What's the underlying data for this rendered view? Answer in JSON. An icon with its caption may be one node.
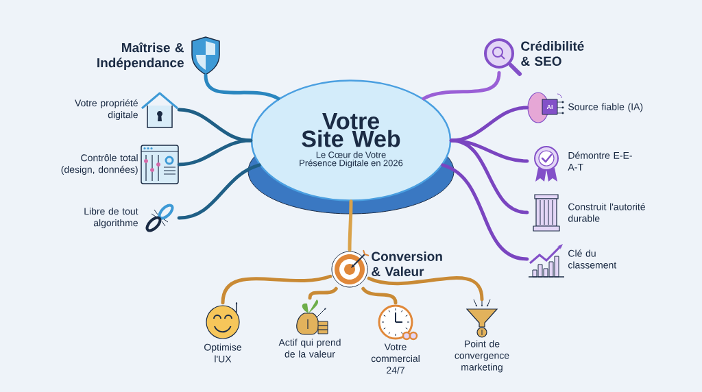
{
  "diagram": {
    "nodes": [
      {
        "text": [
          "Votre Site Web",
          "Le Cœur de Votre Présence Digitale en 2026"
        ]
      },
      {
        "text": [
          "Maîtrise & Indépendance"
        ]
      },
      {
        "text": [
          "Votre propriété digitale"
        ]
      },
      {
        "text": [
          "Contrôle total (design, données)"
        ]
      },
      {
        "text": [
          "Libre de tout algorithme"
        ]
      },
      {
        "text": [
          "Crédibilité & SEO"
        ]
      },
      {
        "text": [
          "Source fiable (IA)"
        ]
      },
      {
        "text": [
          "Démontre E-E-A-T"
        ]
      },
      {
        "text": [
          "Construit l'autorité durable"
        ]
      },
      {
        "text": [
          "Clé du classement"
        ]
      },
      {
        "text": [
          "Conversion & Valeur"
        ]
      },
      {
        "text": [
          "Optimise l'UX"
        ]
      },
      {
        "text": [
          "Actif qui prend de la valeur"
        ]
      },
      {
        "text": [
          "Votre commercial 24/7"
        ]
      },
      {
        "text": [
          "Point de convergence marketing"
        ]
      }
    ],
    "edges": [
      {
        "from": 0,
        "to": 1,
        "arrow": "none",
        "color": "#2a86bf"
      },
      {
        "from": 0,
        "to": 2,
        "arrow": "none",
        "color": "#1f5f86"
      },
      {
        "from": 0,
        "to": 3,
        "arrow": "none",
        "color": "#1f5f86"
      },
      {
        "from": 0,
        "to": 4,
        "arrow": "none",
        "color": "#1f5f86"
      },
      {
        "from": 0,
        "to": 5,
        "arrow": "none",
        "color": "#9a5fd6"
      },
      {
        "from": 0,
        "to": 6,
        "arrow": "none",
        "color": "#7a45c0"
      },
      {
        "from": 0,
        "to": 7,
        "arrow": "none",
        "color": "#7a45c0"
      },
      {
        "from": 0,
        "to": 8,
        "arrow": "none",
        "color": "#7a45c0"
      },
      {
        "from": 0,
        "to": 9,
        "arrow": "none",
        "color": "#7a45c0"
      },
      {
        "from": 0,
        "to": 10,
        "arrow": "none",
        "color": "#d9a24a"
      },
      {
        "from": 10,
        "to": 11,
        "arrow": "none",
        "color": "#c98a35"
      },
      {
        "from": 10,
        "to": 12,
        "arrow": "none",
        "color": "#c98a35"
      },
      {
        "from": 10,
        "to": 13,
        "arrow": "none",
        "color": "#c98a35"
      },
      {
        "from": 10,
        "to": 14,
        "arrow": "none",
        "color": "#c98a35"
      }
    ],
    "labels": [
      "AI"
    ]
  }
}
